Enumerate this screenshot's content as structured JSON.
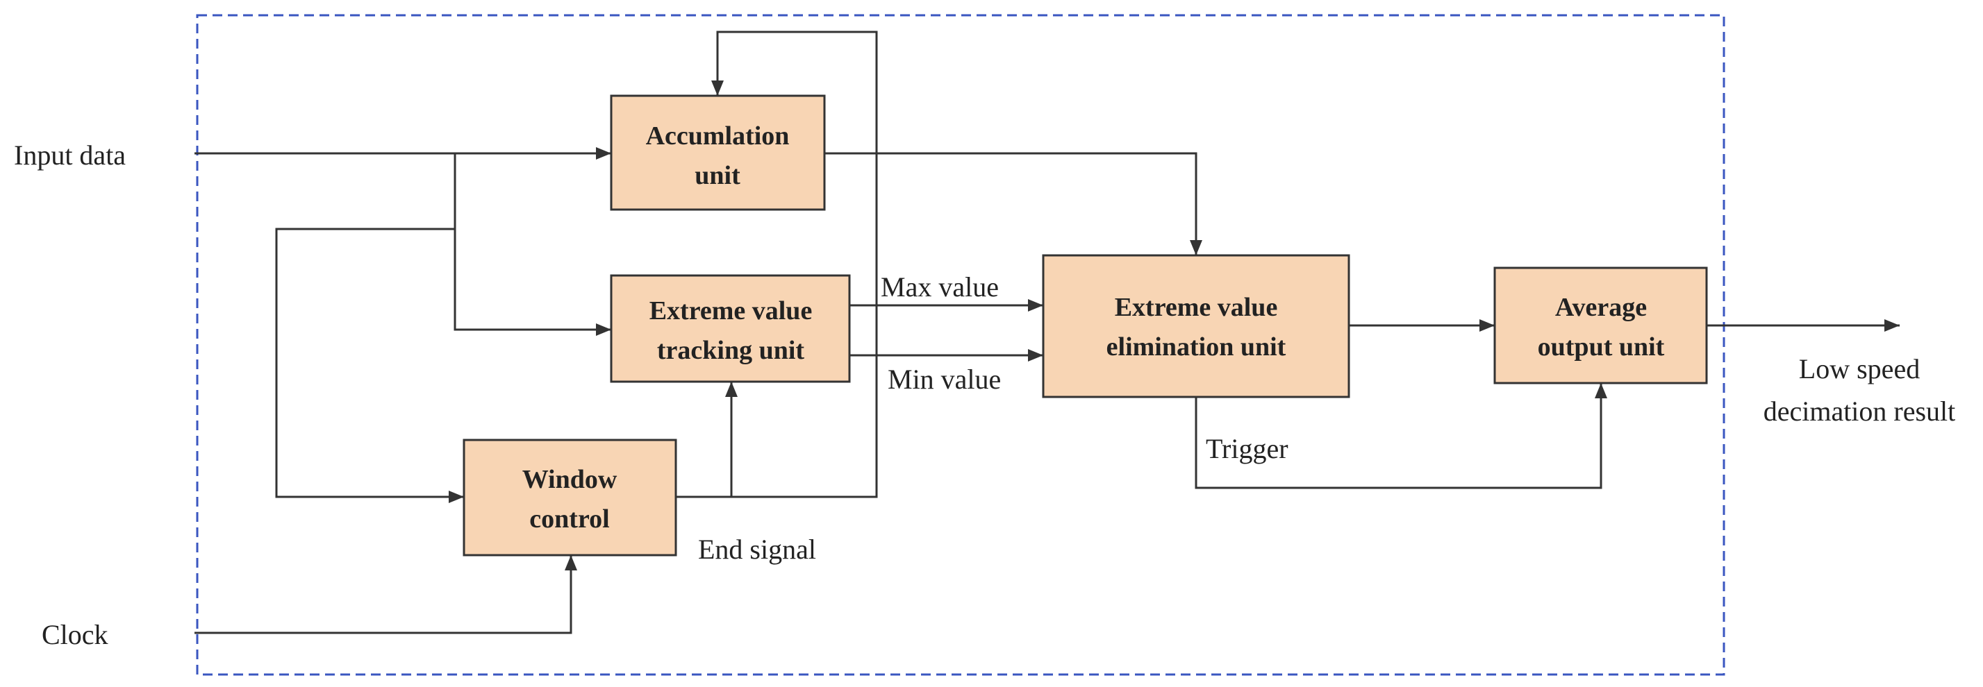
{
  "diagram": {
    "blocks": {
      "accumulation": {
        "line1": "Accumlation",
        "line2": "unit"
      },
      "tracking": {
        "line1": "Extreme value",
        "line2": "tracking unit"
      },
      "window": {
        "line1": "Window",
        "line2": "control"
      },
      "elimination": {
        "line1": "Extreme value",
        "line2": "elimination unit"
      },
      "average": {
        "line1": "Average",
        "line2": "output unit"
      }
    },
    "labels": {
      "input_data": "Input data",
      "clock": "Clock",
      "max_value": "Max value",
      "min_value": "Min value",
      "end_signal": "End signal",
      "trigger": "Trigger",
      "output_line1": "Low speed",
      "output_line2": "decimation result"
    }
  },
  "colors": {
    "block_fill": "#f8d5b4",
    "frame": "#3a56c0",
    "line": "#333333"
  }
}
